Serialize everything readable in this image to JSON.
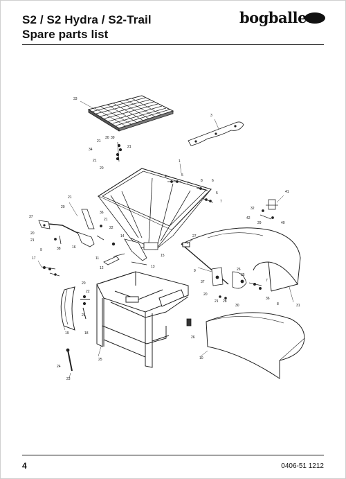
{
  "header": {
    "title_line1": "S2 / S2 Hydra / S2-Trail",
    "title_line2": "Spare parts list",
    "logo_text": "bogballe"
  },
  "diagram": {
    "callouts": {
      "c33": "33",
      "c3": "3",
      "c30a": "30",
      "c39": "39",
      "c21a": "21",
      "c21b": "21",
      "c34": "34",
      "c21c": "21",
      "c20a": "20",
      "c1": "1",
      "c4": "4",
      "c5a": "5",
      "c7a": "7",
      "c8a": "8",
      "c6": "6",
      "c5b": "5",
      "c7b": "7",
      "c41": "41",
      "c32": "32",
      "c42": "42",
      "c29": "29",
      "c40": "40",
      "c21d": "21",
      "c36a": "36",
      "c20b": "20",
      "c37a": "37",
      "c21e": "21",
      "c22a": "22",
      "c20c": "20",
      "c21f": "21",
      "c9a": "9",
      "c38": "38",
      "c16": "16",
      "c14": "14",
      "c11": "11",
      "c12": "12",
      "c13": "13",
      "c15": "15",
      "c27": "27",
      "c17": "17",
      "c9b": "9",
      "c37b": "37",
      "c20d": "20",
      "c21g": "21",
      "c28": "28",
      "c26": "26",
      "c35": "35",
      "c7c": "7",
      "c36b": "36",
      "c8b": "8",
      "c30b": "30",
      "c31": "31",
      "c20e": "20",
      "c22b": "22",
      "c21h": "21",
      "c19": "19",
      "c18": "18",
      "c25": "25",
      "c26b": "26",
      "c10": "10",
      "c24": "24",
      "c23": "23"
    }
  },
  "footer": {
    "page_number": "4",
    "doc_code": "0406-51 1212"
  }
}
